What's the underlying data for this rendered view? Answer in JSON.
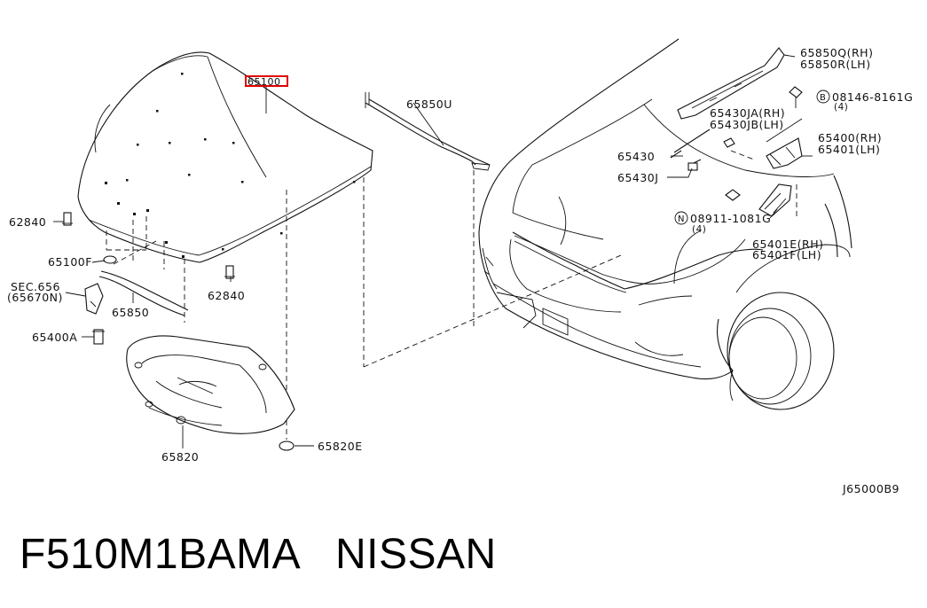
{
  "labels": {
    "hood": "65100",
    "hood_seal": "65850U",
    "stay_rh": "65850Q(RH)",
    "stay_lh": "65850R(LH)",
    "bolt_b": "08146-8161G",
    "bolt_b_qty": "(4)",
    "rod_rh": "65430JA(RH)",
    "rod_lh": "65430JB(LH)",
    "hinge_rh": "65400(RH)",
    "hinge_lh": "65401(LH)",
    "rod": "65430",
    "rod_clip": "65430J",
    "nut_n": "08911-1081G",
    "nut_n_qty": "(4)",
    "hinge_e_rh": "65401E(RH)",
    "hinge_f_lh": "65401F(LH)",
    "bumper_left": "62840",
    "bumper_right": "62840",
    "grommet": "65100F",
    "sec_ref": "SEC.656",
    "sec_ref_sub": "(65670N)",
    "cable": "65850",
    "bolt_a": "65400A",
    "insulator": "65820",
    "clip": "65820E",
    "diagram_code": "J65000B9"
  },
  "symbols": {
    "bolt_b": "B",
    "nut_n": "N"
  },
  "footer": {
    "code": "F510M1BAMA",
    "brand": "NISSAN"
  },
  "colors": {
    "highlight": "#e00000",
    "line": "#111111"
  }
}
